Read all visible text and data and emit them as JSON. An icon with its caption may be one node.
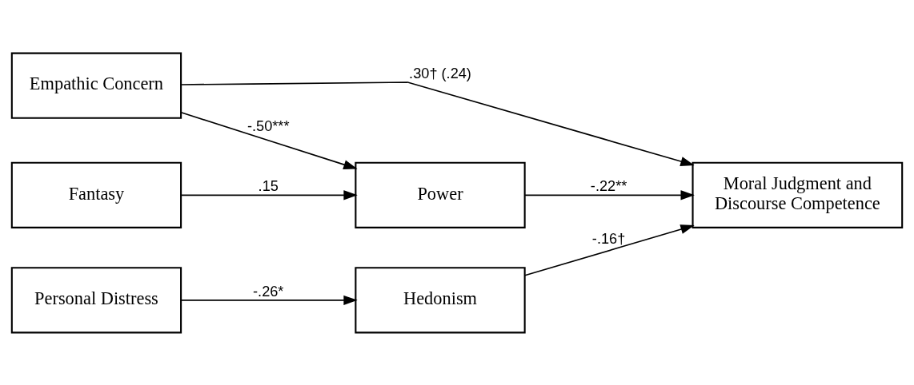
{
  "diagram": {
    "nodes": [
      {
        "text": [
          "Empathic Concern"
        ]
      },
      {
        "text": [
          "Fantasy"
        ]
      },
      {
        "text": [
          "Personal Distress"
        ]
      },
      {
        "text": [
          "Power"
        ]
      },
      {
        "text": [
          "Hedonism"
        ]
      },
      {
        "text": [
          "Moral Judgment and Discourse Competence"
        ]
      }
    ],
    "edges": [
      {
        "from": 0,
        "to": 5,
        "arrow": "to",
        "label": ".30† (.24)"
      },
      {
        "from": 0,
        "to": 3,
        "arrow": "to",
        "label": "-.50***"
      },
      {
        "from": 1,
        "to": 3,
        "arrow": "to",
        "label": ".15"
      },
      {
        "from": 2,
        "to": 4,
        "arrow": "to",
        "label": "-.26*"
      },
      {
        "from": 3,
        "to": 5,
        "arrow": "to",
        "label": "-.22**"
      },
      {
        "from": 4,
        "to": 5,
        "arrow": "to",
        "label": "-.16†"
      }
    ]
  }
}
